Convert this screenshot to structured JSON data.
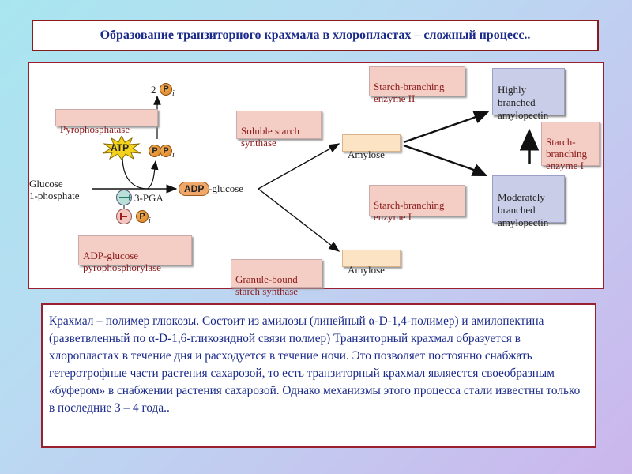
{
  "title": "Образование транзиторного крахмала в хлоропластах – сложный процесс..",
  "diagram": {
    "two": "2",
    "p_letter": "P",
    "i_sub": "i",
    "atp": "ATP",
    "adp": "ADP",
    "glucose_suffix": "-glucose",
    "glucose_1_phosphate": "Glucose\n1-phosphate",
    "pga": "3-PGA",
    "pyrophosphatase": "Pyrophosphatase",
    "adp_glucose_pyrophosphorylase": "ADP-glucose\npyrophosphorylase",
    "soluble_starch_synthase": "Soluble starch\nsynthase",
    "granule_bound_starch_synthase": "Granule-bound\nstarch synthase",
    "amylose_top": "Amylose",
    "amylose_bottom": "Amylose",
    "starch_branching_enzyme_ii": "Starch-branching\nenzyme II",
    "starch_branching_enzyme_i_mid": "Starch-branching\nenzyme I",
    "starch_branching_enzyme_i_right": "Starch-\nbranching\nenzyme I",
    "highly_branched_amylopectin": "Highly\nbranched\namylopectin",
    "moderately_branched_amylopectin": "Moderately\nbranched\namylopectin"
  },
  "body_text": "Крахмал – полимер глюкозы. Состоит из амилозы (линейный α-D-1,4-полимер) и амилопектина (разветвленный по α-D-1,6-гликозидной связи полмер) Транзиторный крахмал образуется в хлоропластах в течение дня и расходуется в течение ночи. Это позволяет постоянно снабжать гетеротрофные части растения сахарозой, то есть транзиторный крахмал являестся своеобразным «буфером» в снабжении растения сахарозой.  Однако механизмы этого процесса стали известны только в последние 3 – 4 года..",
  "colors": {
    "title_text": "#1a2a8a",
    "frame_border": "#9a2030",
    "enzyme_fill": "#f4cdc4",
    "enzyme_text": "#8b1a1a",
    "product_fill": "#fbe3c4",
    "amylopectin_fill": "#c9cde8",
    "phosphate_orange": "#e89030",
    "atp_yellow": "#f2d21a"
  }
}
